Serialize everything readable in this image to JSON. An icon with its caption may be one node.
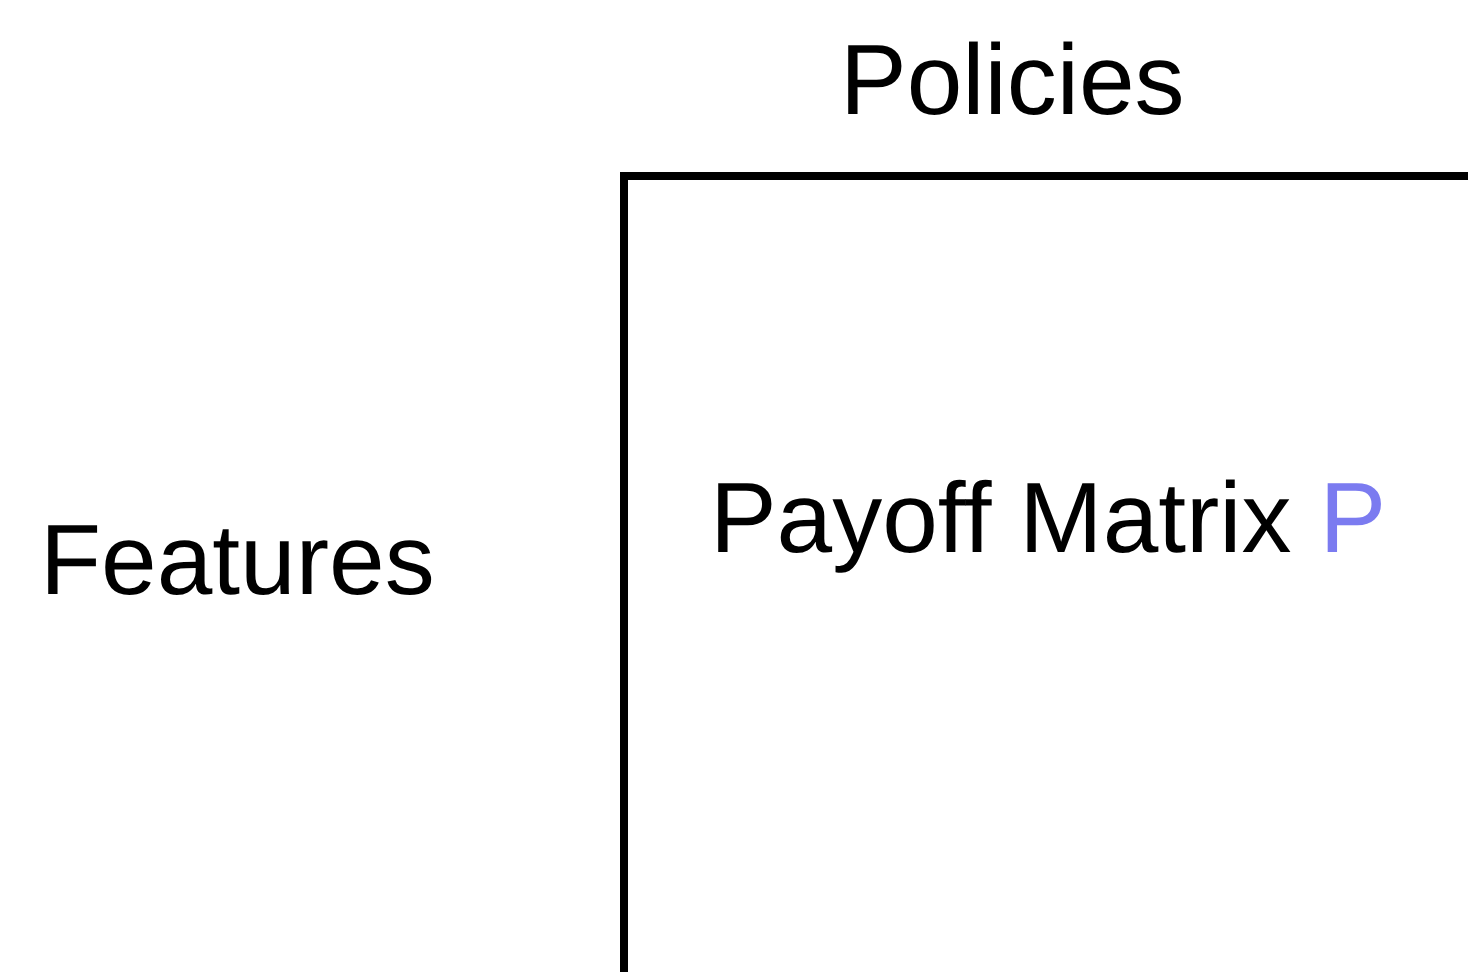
{
  "diagram": {
    "nodes": [
      {
        "text": [
          "Payoff Matrix",
          "P"
        ]
      }
    ],
    "labels": [
      "Policies",
      "Features"
    ]
  }
}
